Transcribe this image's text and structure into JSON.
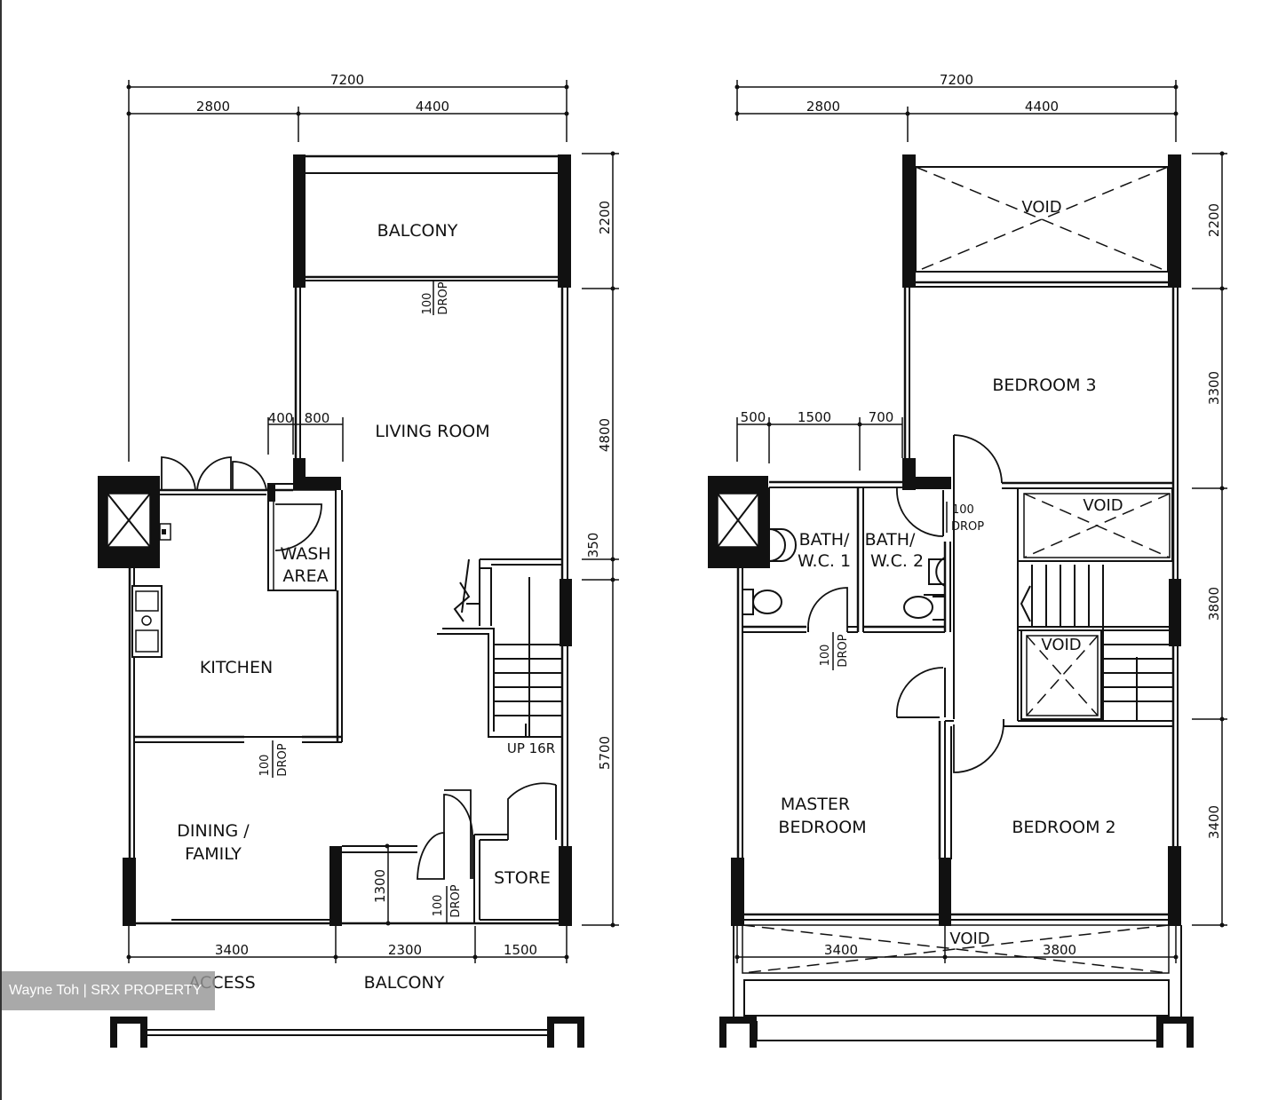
{
  "lower_floor": {
    "rooms": {
      "balcony_top": "BALCONY",
      "living": "LIVING ROOM",
      "kitchen": "KITCHEN",
      "wash_1": "WASH",
      "wash_2": "AREA",
      "dining_1": "DINING  /",
      "dining_2": "FAMILY",
      "store": "STORE",
      "access": "ACCESS",
      "balcony_bottom": "BALCONY",
      "stair": "UP  16R"
    },
    "dims": {
      "top_total": "7200",
      "top_left": "2800",
      "top_right": "4400",
      "r1": "2200",
      "r2": "4800",
      "r3": "350",
      "r4": "5700",
      "wash_400": "400",
      "wash_800": "800",
      "b1": "3400",
      "b2": "2300",
      "b3": "1500",
      "store_1300": "1300"
    },
    "drops": {
      "num": "100",
      "word": "DROP"
    }
  },
  "upper_floor": {
    "rooms": {
      "void_top": "VOID",
      "bed3": "BEDROOM  3",
      "bath1_1": "BATH/",
      "bath1_2": "W.C.  1",
      "bath2_1": "BATH/",
      "bath2_2": "W.C.  2",
      "void_mid": "VOID",
      "void_stair": "VOID",
      "master_1": "MASTER",
      "master_2": "BEDROOM",
      "bed2": "BEDROOM  2",
      "void_bottom": "VOID"
    },
    "dims": {
      "top_total": "7200",
      "top_left": "2800",
      "top_right": "4400",
      "r1": "2200",
      "r2": "3300",
      "r3": "3800",
      "r4": "3400",
      "d500": "500",
      "d1500": "1500",
      "d700": "700",
      "b1": "3400",
      "b2": "3800"
    },
    "drops": {
      "num": "100",
      "word": "DROP"
    }
  },
  "watermark": "Wayne Toh | SRX PROPERTY"
}
